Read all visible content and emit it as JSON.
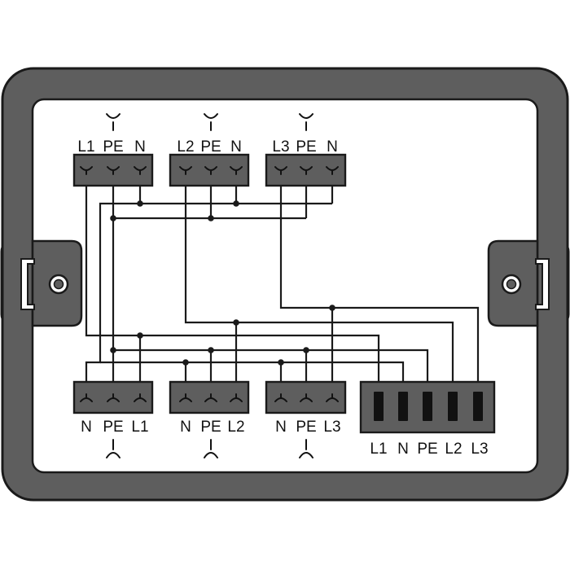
{
  "top_connectors": [
    {
      "labels": [
        "L1",
        "PE",
        "N"
      ]
    },
    {
      "labels": [
        "L2",
        "PE",
        "N"
      ]
    },
    {
      "labels": [
        "L3",
        "PE",
        "N"
      ]
    }
  ],
  "bottom_connectors": [
    {
      "labels": [
        "N",
        "PE",
        "L1"
      ]
    },
    {
      "labels": [
        "N",
        "PE",
        "L2"
      ]
    },
    {
      "labels": [
        "N",
        "PE",
        "L3"
      ]
    }
  ],
  "input_connector": {
    "labels": [
      "L1",
      "N",
      "PE",
      "L2",
      "L3"
    ]
  },
  "colors": {
    "housing": "#5e5e5e",
    "outline": "#1a1a1a",
    "wire": "#1a1a1a",
    "background": "#ffffff"
  },
  "icons": {
    "top_symbol": "female-plug-symbol",
    "bottom_symbol": "male-plug-symbol",
    "mount_hole": "screw-hole-icon"
  }
}
